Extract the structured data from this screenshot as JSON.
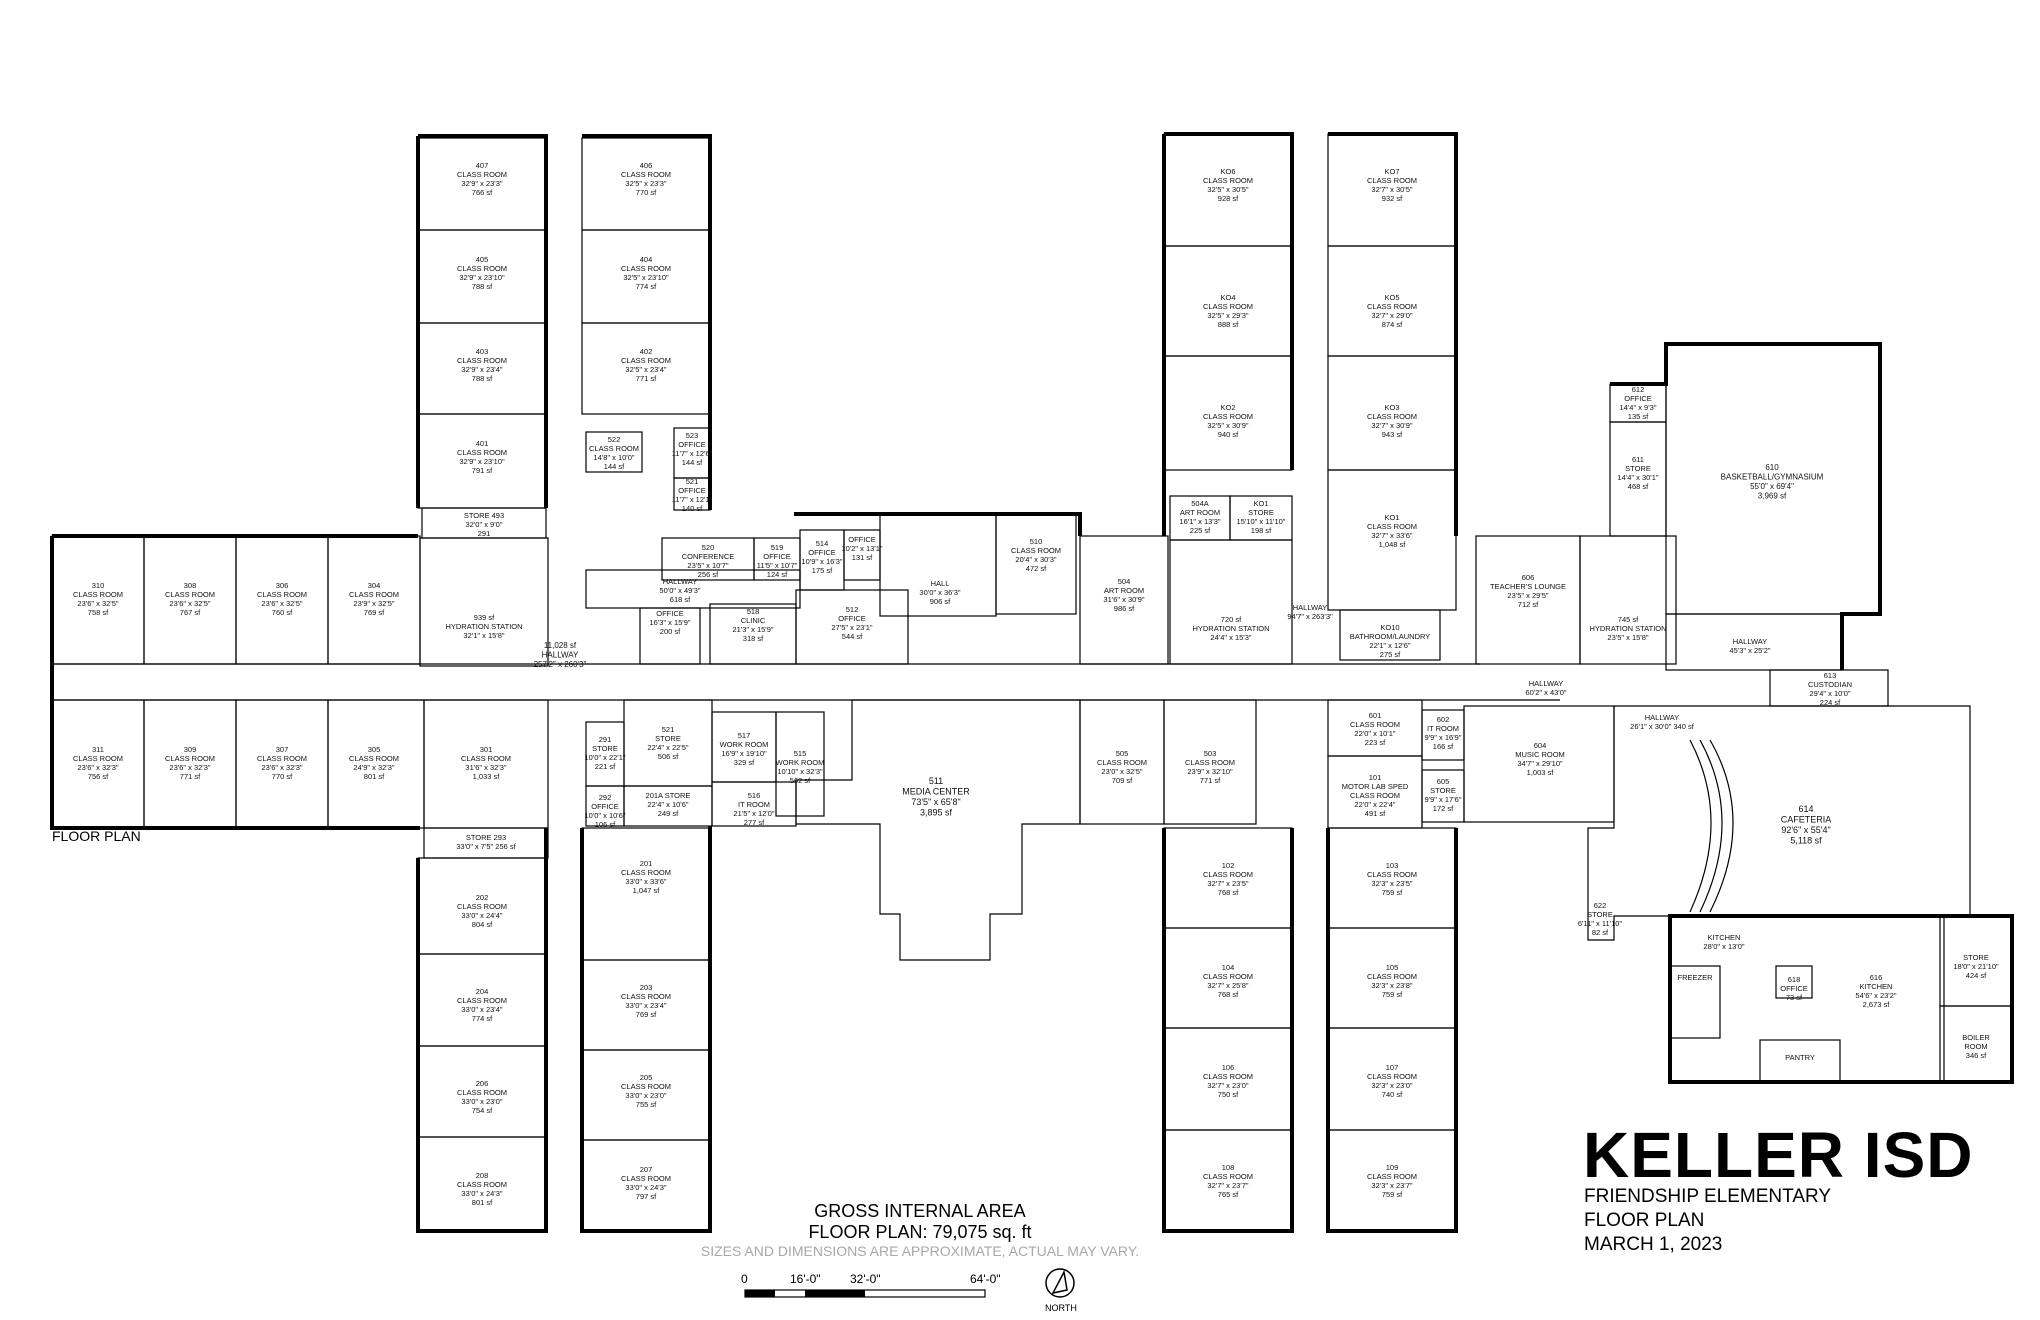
{
  "title": "KELLER ISD",
  "school": "FRIENDSHIP ELEMENTARY",
  "plan_label": "FLOOR PLAN",
  "date": "MARCH 1, 2023",
  "floor_plan_label": "FLOOR PLAN",
  "gross_area": {
    "heading": "GROSS INTERNAL AREA",
    "total": "FLOOR PLAN: 79,075 sq. ft",
    "disclaimer": "SIZES AND DIMENSIONS ARE APPROXIMATE, ACTUAL MAY VARY."
  },
  "scale": [
    "0",
    "16'-0\"",
    "32'-0\"",
    "64'-0\""
  ],
  "north_label": "NORTH",
  "colors": {
    "wall": "#000000",
    "background": "#ffffff",
    "disclaimer": "#a8a8a8"
  },
  "rooms": [
    {
      "id": "407",
      "lines": [
        "407",
        "CLASS ROOM",
        "32'9\" x 23'3\"",
        "766 sf"
      ]
    },
    {
      "id": "406",
      "lines": [
        "406",
        "CLASS ROOM",
        "32'5\" x 23'3\"",
        "770 sf"
      ]
    },
    {
      "id": "405",
      "lines": [
        "405",
        "CLASS ROOM",
        "32'9\" x 23'10\"",
        "788 sf"
      ]
    },
    {
      "id": "404",
      "lines": [
        "404",
        "CLASS ROOM",
        "32'5\" x 23'10\"",
        "774 sf"
      ]
    },
    {
      "id": "403",
      "lines": [
        "403",
        "CLASS ROOM",
        "32'9\" x 23'4\"",
        "788 sf"
      ]
    },
    {
      "id": "402",
      "lines": [
        "402",
        "CLASS ROOM",
        "32'5\" x 23'4\"",
        "771 sf"
      ]
    },
    {
      "id": "401",
      "lines": [
        "401",
        "CLASS ROOM",
        "32'9\" x 23'10\"",
        "791 sf"
      ]
    },
    {
      "id": "493",
      "lines": [
        "STORE 493",
        "32'0\" x 9'0\"",
        "291"
      ]
    },
    {
      "id": "310",
      "lines": [
        "310",
        "CLASS ROOM",
        "23'6\" x 32'5\"",
        "758 sf"
      ]
    },
    {
      "id": "308",
      "lines": [
        "308",
        "CLASS ROOM",
        "23'6\" x 32'5\"",
        "767 sf"
      ]
    },
    {
      "id": "306",
      "lines": [
        "306",
        "CLASS ROOM",
        "23'6\" x 32'5\"",
        "760 sf"
      ]
    },
    {
      "id": "304",
      "lines": [
        "304",
        "CLASS ROOM",
        "23'9\" x 32'5\"",
        "769 sf"
      ]
    },
    {
      "id": "hyd3",
      "lines": [
        "939 sf",
        "HYDRATION STATION",
        "32'1\" x 15'8\""
      ]
    },
    {
      "id": "hall-main",
      "lines": [
        "11,028 sf",
        "HALLWAY",
        "257'2\" x 260'3\""
      ]
    },
    {
      "id": "311",
      "lines": [
        "311",
        "CLASS ROOM",
        "23'6\" x 32'3\"",
        "756 sf"
      ]
    },
    {
      "id": "309",
      "lines": [
        "309",
        "CLASS ROOM",
        "23'6\" x 32'3\"",
        "771 sf"
      ]
    },
    {
      "id": "307",
      "lines": [
        "307",
        "CLASS ROOM",
        "23'6\" x 32'3\"",
        "770 sf"
      ]
    },
    {
      "id": "305",
      "lines": [
        "305",
        "CLASS ROOM",
        "24'9\" x 32'3\"",
        "801 sf"
      ]
    },
    {
      "id": "301",
      "lines": [
        "301",
        "CLASS ROOM",
        "31'6\" x 32'3\"",
        "1,033 sf"
      ]
    },
    {
      "id": "293",
      "lines": [
        "STORE 293",
        "33'0\" x 7'5\" 256 sf"
      ]
    },
    {
      "id": "202",
      "lines": [
        "202",
        "CLASS ROOM",
        "33'0\" x 24'4\"",
        "804 sf"
      ]
    },
    {
      "id": "204",
      "lines": [
        "204",
        "CLASS ROOM",
        "33'0\" x 23'4\"",
        "774 sf"
      ]
    },
    {
      "id": "206",
      "lines": [
        "206",
        "CLASS ROOM",
        "33'0\" x 23'0\"",
        "754 sf"
      ]
    },
    {
      "id": "208",
      "lines": [
        "208",
        "CLASS ROOM",
        "33'0\" x 24'3\"",
        "801 sf"
      ]
    },
    {
      "id": "522",
      "lines": [
        "522",
        "CLASS ROOM",
        "14'8\" x 10'0\"",
        "144 sf"
      ]
    },
    {
      "id": "523",
      "lines": [
        "523",
        "OFFICE",
        "11'7\" x 12'6\"",
        "144 sf"
      ]
    },
    {
      "id": "521o",
      "lines": [
        "521",
        "OFFICE",
        "11'7\" x 12'1\"",
        "140 sf"
      ]
    },
    {
      "id": "520",
      "lines": [
        "520",
        "CONFERENCE",
        "23'5\" x 10'7\"",
        "256 sf"
      ]
    },
    {
      "id": "519",
      "lines": [
        "519",
        "OFFICE",
        "11'5\" x 10'7\"",
        "124 sf"
      ]
    },
    {
      "id": "514",
      "lines": [
        "514",
        "OFFICE",
        "10'9\" x 16'3\"",
        "175 sf"
      ]
    },
    {
      "id": "513",
      "lines": [
        "OFFICE",
        "10'2\" x 13'1\"",
        "131 sf"
      ]
    },
    {
      "id": "hall-office",
      "lines": [
        "HALLWAY",
        "50'0\" x 49'3\"",
        "618 sf"
      ]
    },
    {
      "id": "office-200",
      "lines": [
        "OFFICE",
        "16'3\" x 15'9\"",
        "200 sf"
      ]
    },
    {
      "id": "518",
      "lines": [
        "518",
        "CLINIC",
        "21'3\" x 15'9\"",
        "318 sf"
      ]
    },
    {
      "id": "512",
      "lines": [
        "512",
        "OFFICE",
        "27'5\" x 23'1\"",
        "544 sf"
      ]
    },
    {
      "id": "hall-906",
      "lines": [
        "HALL",
        "30'0\" x 36'3\"",
        "906 sf"
      ]
    },
    {
      "id": "510",
      "lines": [
        "510",
        "CLASS ROOM",
        "20'4\" x 30'3\"",
        "472 sf"
      ]
    },
    {
      "id": "291",
      "lines": [
        "291",
        "STORE",
        "10'0\" x 22'1\"",
        "221 sf"
      ]
    },
    {
      "id": "292",
      "lines": [
        "292",
        "OFFICE",
        "10'0\" x 10'6\"",
        "106 sf"
      ]
    },
    {
      "id": "521",
      "lines": [
        "521",
        "STORE",
        "22'4\" x 22'5\"",
        "506 sf"
      ]
    },
    {
      "id": "201a",
      "lines": [
        "201A  STORE",
        "22'4\" x 10'6\"",
        "249 sf"
      ]
    },
    {
      "id": "517",
      "lines": [
        "517",
        "WORK ROOM",
        "16'9\" x 19'10\"",
        "329 sf"
      ]
    },
    {
      "id": "515",
      "lines": [
        "515",
        "WORK ROOM",
        "10'10\" x 32'3\"",
        "562 sf"
      ]
    },
    {
      "id": "516",
      "lines": [
        "516",
        "IT ROOM",
        "21'5\" x 12'0\"",
        "277 sf"
      ]
    },
    {
      "id": "201",
      "lines": [
        "201",
        "CLASS ROOM",
        "33'0\" x 33'6\"",
        "1,047 sf"
      ]
    },
    {
      "id": "203",
      "lines": [
        "203",
        "CLASS ROOM",
        "33'0\" x 23'4\"",
        "769 sf"
      ]
    },
    {
      "id": "205",
      "lines": [
        "205",
        "CLASS ROOM",
        "33'0\" x 23'0\"",
        "755 sf"
      ]
    },
    {
      "id": "207",
      "lines": [
        "207",
        "CLASS ROOM",
        "33'0\" x 24'3\"",
        "797 sf"
      ]
    },
    {
      "id": "511",
      "lines": [
        "511",
        "MEDIA CENTER",
        "73'5\" x 65'8\"",
        "3,895 sf"
      ]
    },
    {
      "id": "504",
      "lines": [
        "504",
        "ART ROOM",
        "31'6\" x 30'9\"",
        "986 sf"
      ]
    },
    {
      "id": "505",
      "lines": [
        "505",
        "CLASS ROOM",
        "23'0\" x 32'5\"",
        "709 sf"
      ]
    },
    {
      "id": "503",
      "lines": [
        "503",
        "CLASS ROOM",
        "23'9\" x 32'10\"",
        "771 sf"
      ]
    },
    {
      "id": "ko6",
      "lines": [
        "KO6",
        "CLASS ROOM",
        "32'5\" x 30'5\"",
        "928 sf"
      ]
    },
    {
      "id": "ko7",
      "lines": [
        "KO7",
        "CLASS ROOM",
        "32'7\" x 30'5\"",
        "932 sf"
      ]
    },
    {
      "id": "ko4",
      "lines": [
        "KO4",
        "CLASS ROOM",
        "32'5\" x 29'3\"",
        "888 sf"
      ]
    },
    {
      "id": "ko5",
      "lines": [
        "KO5",
        "CLASS ROOM",
        "32'7\" x 29'0\"",
        "874 sf"
      ]
    },
    {
      "id": "ko2",
      "lines": [
        "KO2",
        "CLASS ROOM",
        "32'5\" x 30'9\"",
        "940 sf"
      ]
    },
    {
      "id": "ko3",
      "lines": [
        "KO3",
        "CLASS ROOM",
        "32'7\" x 30'9\"",
        "943 sf"
      ]
    },
    {
      "id": "504a",
      "lines": [
        "504A",
        "ART ROOM",
        "16'1\" x 13'3\"",
        "225 sf"
      ]
    },
    {
      "id": "ko1s",
      "lines": [
        "KO1",
        "STORE",
        "15'10\" x 11'10\"",
        "198 sf"
      ]
    },
    {
      "id": "ko1",
      "lines": [
        "KO1",
        "CLASS ROOM",
        "32'7\" x 33'6\"",
        "1,048 sf"
      ]
    },
    {
      "id": "hyd720",
      "lines": [
        "720 sf",
        "HYDRATION STATION",
        "24'4\" x 15'3\""
      ]
    },
    {
      "id": "ko10",
      "lines": [
        "KO10",
        "BATHROOM/LAUNDRY",
        "22'1\" x 12'6\"",
        "275 sf"
      ]
    },
    {
      "id": "hall-k",
      "lines": [
        "HALLWAY",
        "94'7\" x 263'3\""
      ]
    },
    {
      "id": "102",
      "lines": [
        "102",
        "CLASS ROOM",
        "32'7\" x 23'5\"",
        "768 sf"
      ]
    },
    {
      "id": "104",
      "lines": [
        "104",
        "CLASS ROOM",
        "32'7\" x 25'8\"",
        "768 sf"
      ]
    },
    {
      "id": "106",
      "lines": [
        "106",
        "CLASS ROOM",
        "32'7\" x 23'0\"",
        "750 sf"
      ]
    },
    {
      "id": "108",
      "lines": [
        "108",
        "CLASS ROOM",
        "32'7\" x 23'7\"",
        "765 sf"
      ]
    },
    {
      "id": "103",
      "lines": [
        "103",
        "CLASS ROOM",
        "32'3\" x 23'5\"",
        "759 sf"
      ]
    },
    {
      "id": "105",
      "lines": [
        "105",
        "CLASS ROOM",
        "32'3\" x 23'8\"",
        "759 sf"
      ]
    },
    {
      "id": "107",
      "lines": [
        "107",
        "CLASS ROOM",
        "32'3\" x 23'0\"",
        "740 sf"
      ]
    },
    {
      "id": "109",
      "lines": [
        "109",
        "CLASS ROOM",
        "32'3\" x 23'7\"",
        "759 sf"
      ]
    },
    {
      "id": "601",
      "lines": [
        "601",
        "CLASS ROOM",
        "22'0\" x 10'1\"",
        "223 sf"
      ]
    },
    {
      "id": "602",
      "lines": [
        "602",
        "IT ROOM",
        "9'9\" x 16'9\"",
        "166 sf"
      ]
    },
    {
      "id": "101",
      "lines": [
        "101",
        "MOTOR LAB SPED",
        "CLASS ROOM",
        "22'0\" x 22'4\"",
        "491 sf"
      ]
    },
    {
      "id": "605",
      "lines": [
        "605",
        "STORE",
        "9'9\" x 17'6\"",
        "172 sf"
      ]
    },
    {
      "id": "604",
      "lines": [
        "604",
        "MUSIC ROOM",
        "34'7\" x 29'10\"",
        "1,003 sf"
      ]
    },
    {
      "id": "606",
      "lines": [
        "606",
        "TEACHER'S LOUNGE",
        "23'5\" x 29'5\"",
        "712 sf"
      ]
    },
    {
      "id": "hyd745",
      "lines": [
        "745 sf",
        "HYDRATION STATION",
        "23'5\" x 15'8\""
      ]
    },
    {
      "id": "hall-60",
      "lines": [
        "HALLWAY",
        "60'2\" x 43'0\""
      ]
    },
    {
      "id": "hall-340",
      "lines": [
        "HALLWAY",
        "26'1\" x 30'0\"  340 sf"
      ]
    },
    {
      "id": "612",
      "lines": [
        "612",
        "OFFICE",
        "14'4\" x 9'3\"",
        "135 sf"
      ]
    },
    {
      "id": "611",
      "lines": [
        "611",
        "STORE",
        "14'4\" x 30'1\"",
        "468 sf"
      ]
    },
    {
      "id": "610",
      "lines": [
        "610",
        "BASKETBALL/GYMNASIUM",
        "55'0\" x 69'4\"",
        "3,969 sf"
      ]
    },
    {
      "id": "hall-45",
      "lines": [
        "HALLWAY",
        "45'3\" x 25'2\""
      ]
    },
    {
      "id": "613",
      "lines": [
        "613",
        "CUSTODIAN",
        "29'4\" x 10'0\"",
        "224 sf"
      ]
    },
    {
      "id": "614",
      "lines": [
        "614",
        "CAFETERIA",
        "92'6\" x 55'4\"",
        "5,118 sf"
      ]
    },
    {
      "id": "622",
      "lines": [
        "622",
        "STORE",
        "6'11\" x 11'10\"",
        "82 sf"
      ]
    },
    {
      "id": "kitchen-s",
      "lines": [
        "KITCHEN",
        "28'0\" x 13'0\""
      ]
    },
    {
      "id": "freezer",
      "lines": [
        "FREEZER"
      ]
    },
    {
      "id": "618",
      "lines": [
        "618",
        "OFFICE",
        "73 sf"
      ]
    },
    {
      "id": "616",
      "lines": [
        "616",
        "KITCHEN",
        "54'6\" x 23'2\"",
        "2,673 sf"
      ]
    },
    {
      "id": "pantry",
      "lines": [
        "PANTRY"
      ]
    },
    {
      "id": "store424",
      "lines": [
        "STORE",
        "18'0\" x 21'10\"",
        "424 sf"
      ]
    },
    {
      "id": "boiler",
      "lines": [
        "BOILER",
        "ROOM",
        "346 sf"
      ]
    }
  ]
}
